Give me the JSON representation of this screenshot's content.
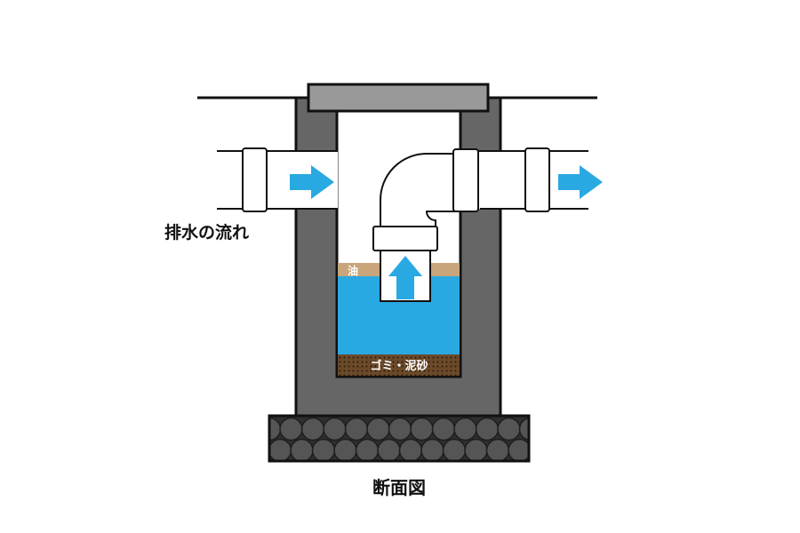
{
  "labels": {
    "flow": "排水の流れ",
    "oil": "油",
    "sediment": "ゴミ・泥砂",
    "caption": "断面図"
  },
  "colors": {
    "concrete": "#666666",
    "cover": "#999999",
    "water": "#29a9e1",
    "oil": "#c9a57b",
    "sediment": "#6b4a2a",
    "arrow": "#29a9e1",
    "stone": "#444444",
    "outline": "#111111"
  },
  "icons": [
    "flow-arrow-icon",
    "upflow-arrow-icon",
    "outflow-arrow-icon"
  ]
}
